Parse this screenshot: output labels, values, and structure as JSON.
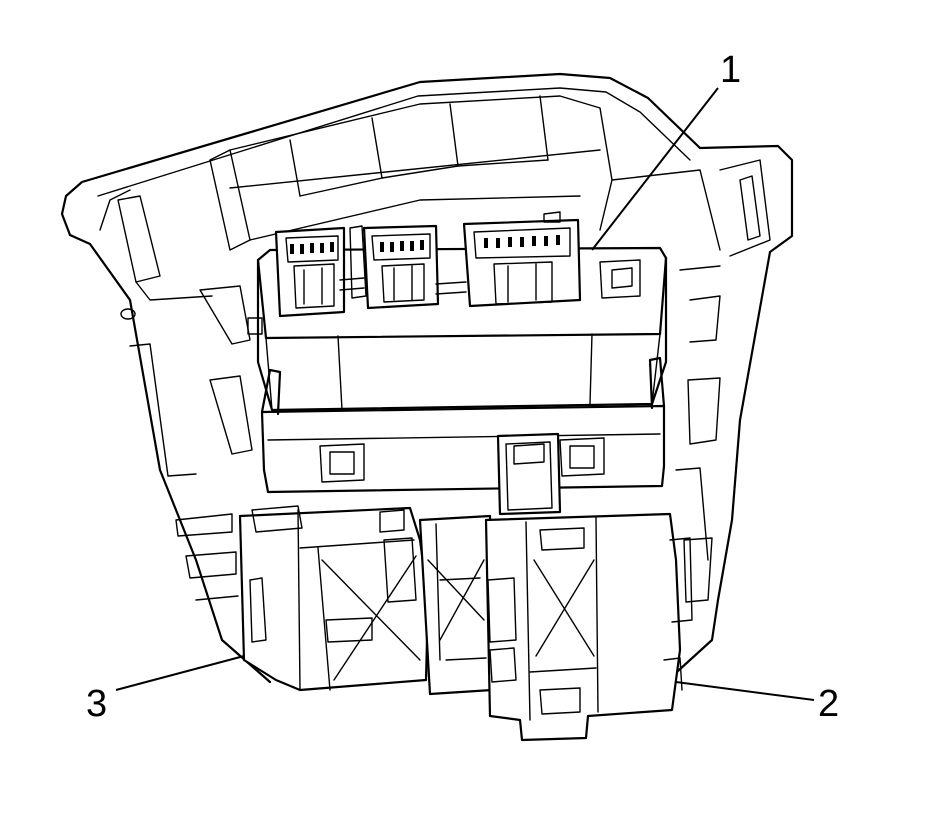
{
  "callouts": {
    "c1": {
      "label": "1"
    },
    "c2": {
      "label": "2"
    },
    "c3": {
      "label": "3"
    }
  }
}
